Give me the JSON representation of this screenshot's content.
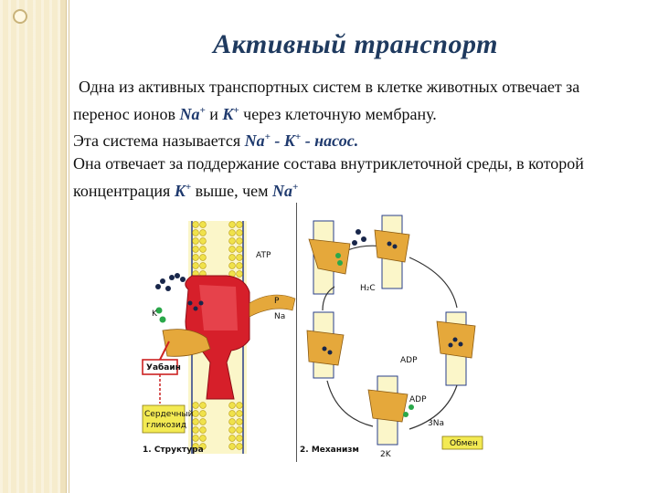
{
  "title": "Активный транспорт",
  "paragraphs": {
    "p1_text": "Одна из активных транспортных систем в клетке животных отвечает за перенос ионов ",
    "p1_na": "Na",
    "p1_and": " и ",
    "p1_k": "K",
    "p1_end": " через клеточную мембрану.",
    "p2_text": "Эта система называется ",
    "p2_na": "Na",
    "p2_dash": " - ",
    "p2_k": "K",
    "p2_end": " - насос.",
    "p3_text": "Она отвечает за поддержание состава внутриклеточной среды, в которой концентрация ",
    "p3_k": "K",
    "p3_mid": " выше, чем ",
    "p3_na": "Na",
    "plus": "+"
  },
  "figure": {
    "labels": {
      "atp": "ATP",
      "adp": "ADP",
      "adp2": "ADP",
      "k": "K",
      "na": "Na",
      "na3": "3Na",
      "k2": "2K",
      "pi": "P",
      "h2c": "H₂C",
      "ubain": "Уабаин",
      "glycoside1": "Сердечный",
      "glycoside2": "гликозид",
      "exchange": "Обмен",
      "caption_left": "1. Структура",
      "caption_right": "2. Механизм"
    },
    "colors": {
      "pump": "#d61f2a",
      "enzyme": "#e5a83b",
      "membrane": "#f0e24a",
      "na_ion": "#18264a",
      "k_ion": "#2aa84a",
      "label_box": "#f3ea53",
      "ubain_border": "#cc2222"
    }
  }
}
